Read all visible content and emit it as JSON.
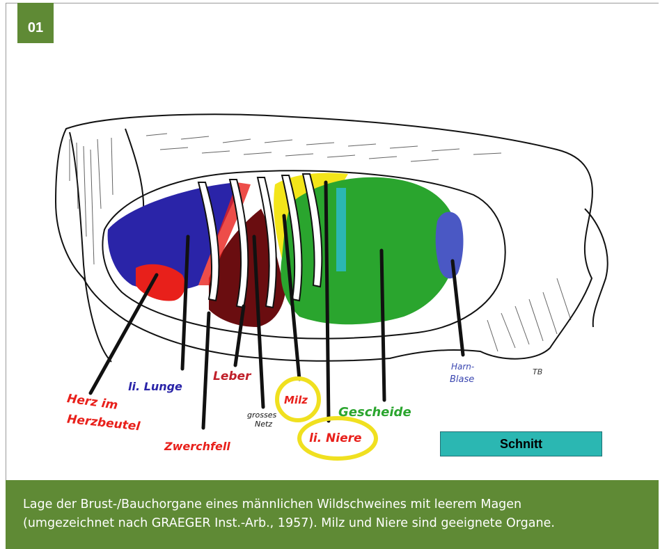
{
  "badge": "01",
  "labels": {
    "herz1": "Herz im",
    "herz2": "Herzbeutel",
    "lunge": "li. Lunge",
    "zwerchfell": "Zwerchfell",
    "leber": "Leber",
    "netz1": "grosses",
    "netz2": "Netz",
    "milz": "Milz",
    "niere": "li. Niere",
    "gescheide": "Gescheide",
    "harn1": "Harn-",
    "harn2": "Blase",
    "signature": "TB"
  },
  "legend": {
    "schnitt": "Schnitt"
  },
  "colors": {
    "heart": "#e8201b",
    "lung": "#2a24a8",
    "liver": "#6a0d10",
    "yellow": "#f3e51a",
    "green": "#2aa52e",
    "bladder": "#4a58c4",
    "highlight_circle": "#f0e020",
    "cut_line": "#2bb7b2",
    "caption_bg": "#5f8a35"
  },
  "caption": {
    "line1": "Lage der Brust-/Bauchorgane eines männlichen Wildschweines mit leerem Magen",
    "line2": "(umgezeichnet nach GRAEGER Inst.-Arb., 1957). Milz und Niere sind geeignete Organe."
  }
}
